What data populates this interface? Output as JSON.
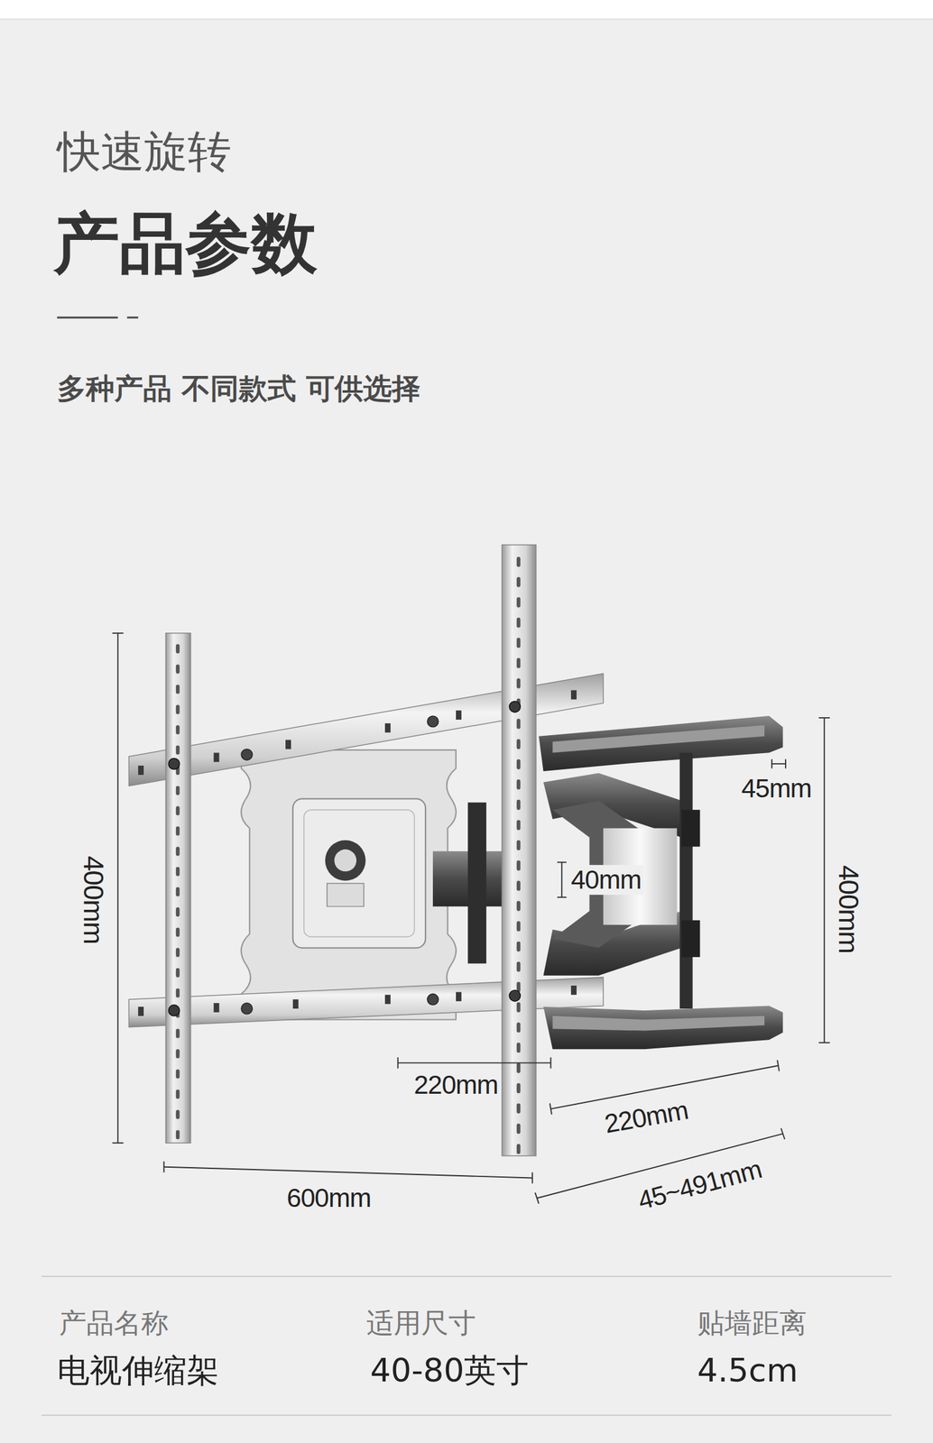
{
  "diagram": {
    "title": "产品参数",
    "labels": [
      "快速旋转",
      "多种产品 不同款式 可供选择",
      "400mm",
      "45mm",
      "40mm",
      "400mm",
      "220mm",
      "220mm",
      "600mm",
      "45~491mm",
      "产品名称",
      "电视伸缩架",
      "适用尺寸",
      "40-80英寸",
      "贴墙距离",
      "4.5cm"
    ]
  }
}
